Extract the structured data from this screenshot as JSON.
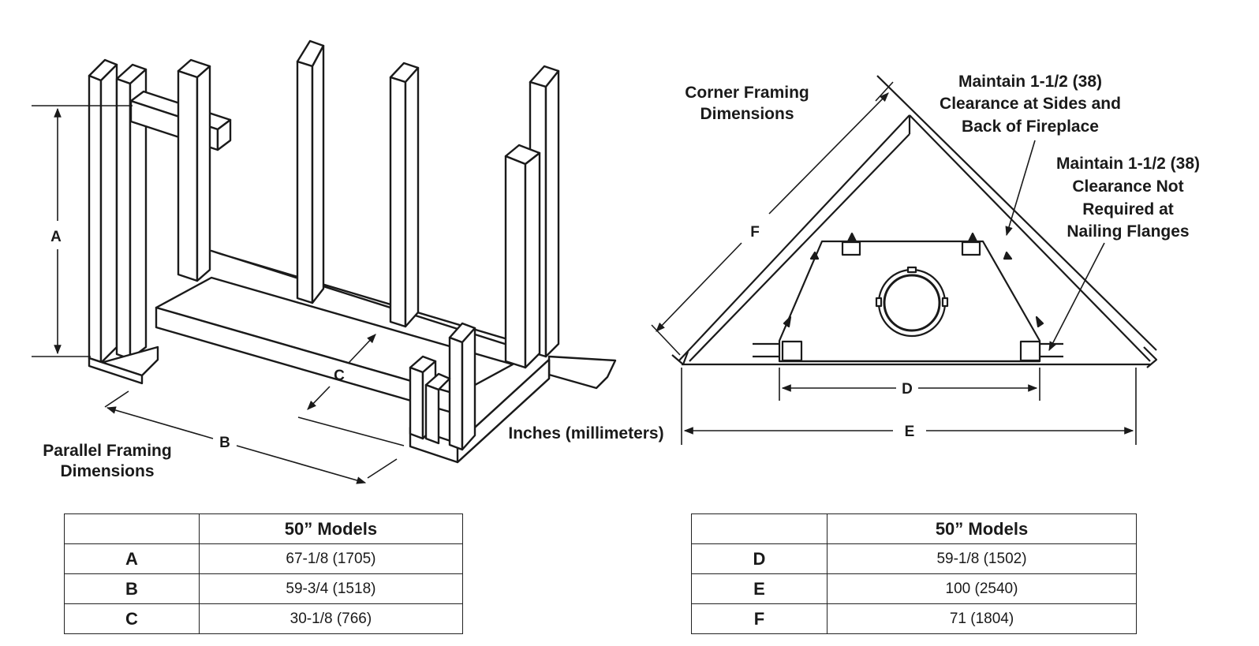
{
  "left_figure": {
    "caption_line1": "Parallel Framing",
    "caption_line2": "Dimensions",
    "dim_a": "A",
    "dim_b": "B",
    "dim_c": "C"
  },
  "units_note": "Inches (millimeters)",
  "right_figure": {
    "caption_line1": "Corner Framing",
    "caption_line2": "Dimensions",
    "note1_line1": "Maintain 1-1/2 (38)",
    "note1_line2": "Clearance at Sides and",
    "note1_line3": "Back of Fireplace",
    "note2_line1": "Maintain 1-1/2 (38)",
    "note2_line2": "Clearance Not",
    "note2_line3": "Required at",
    "note2_line4": "Nailing Flanges",
    "dim_d": "D",
    "dim_e": "E",
    "dim_f": "F"
  },
  "table_left": {
    "header": "50” Models",
    "rows": [
      {
        "key": "A",
        "value": "67-1/8 (1705)"
      },
      {
        "key": "B",
        "value": "59-3/4 (1518)"
      },
      {
        "key": "C",
        "value": "30-1/8 (766)"
      }
    ]
  },
  "table_right": {
    "header": "50” Models",
    "rows": [
      {
        "key": "D",
        "value": "59-1/8 (1502)"
      },
      {
        "key": "E",
        "value": "100 (2540)"
      },
      {
        "key": "F",
        "value": "71 (1804)"
      }
    ]
  }
}
